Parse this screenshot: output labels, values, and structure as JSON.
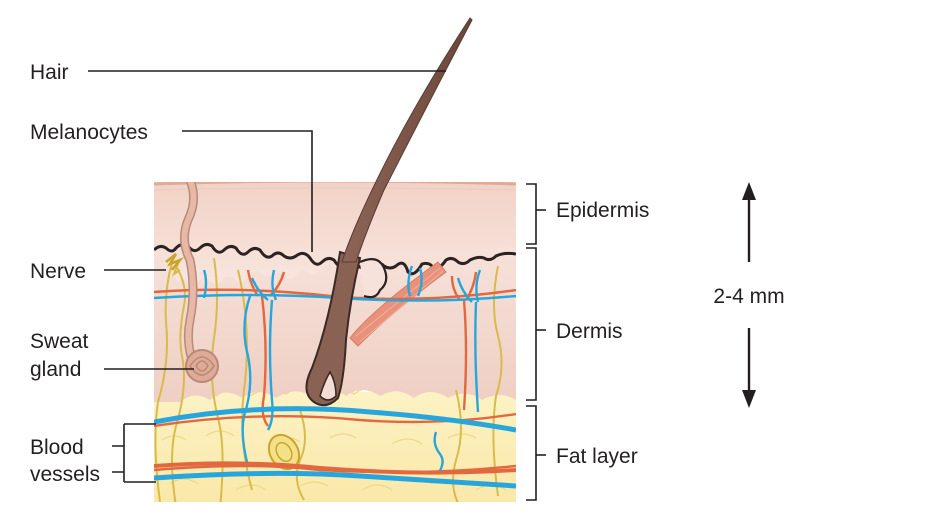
{
  "labels": {
    "hair": "Hair",
    "melanocytes": "Melanocytes",
    "nerve": "Nerve",
    "sweat_gland_line1": "Sweat",
    "sweat_gland_line2": "gland",
    "blood_vessels_line1": "Blood",
    "blood_vessels_line2": "vessels",
    "epidermis": "Epidermis",
    "dermis": "Dermis",
    "fat_layer": "Fat layer",
    "thickness": "2-4 mm"
  },
  "colors": {
    "epidermis": "#f6e0d8",
    "epidermis_top": "#e8b8a8",
    "dermis": "#f3d8cf",
    "fat": "#fbefb8",
    "fat_outline": "#f0dc8c",
    "vein": "#27a6de",
    "artery": "#e2683f",
    "nerve": "#d7b84a",
    "hair": "#7b5548",
    "hair_outline": "#3b2a25",
    "gland": "#dca48e",
    "muscle": "#e8907a",
    "line": "#231f20"
  }
}
